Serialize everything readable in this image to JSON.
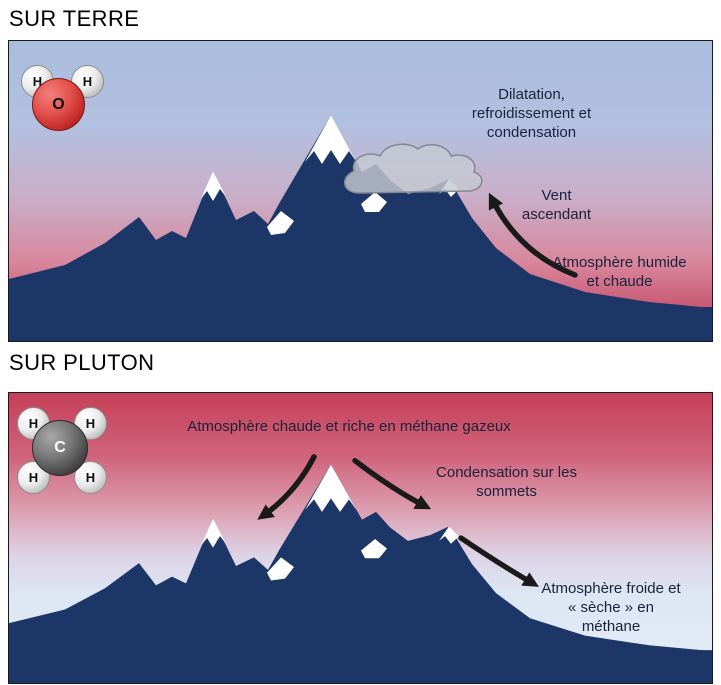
{
  "earth": {
    "title": "SUR TERRE",
    "molecule": {
      "oxygen": "O",
      "hydrogen_left": "H",
      "hydrogen_right": "H"
    },
    "labels": {
      "condensation": "Dilatation, refroidissement et condensation",
      "wind": "Vent ascendant",
      "atmosphere": "Atmosphère humide et chaude"
    }
  },
  "pluto": {
    "title": "SUR PLUTON",
    "molecule": {
      "carbon": "C",
      "hydrogen_top_left": "H",
      "hydrogen_top_right": "H",
      "hydrogen_bottom_left": "H",
      "hydrogen_bottom_right": "H"
    },
    "labels": {
      "warm_atmosphere": "Atmosphère chaude et riche en méthane gazeux",
      "condensation": "Condensation sur les sommets",
      "cold_atmosphere": "Atmosphère froide et « sèche » en méthane"
    }
  },
  "colors": {
    "mountain_navy": "#1c3667",
    "earth_sky_top": "#a9bddc",
    "earth_sky_bottom": "#c04f6a",
    "pluto_sky_top": "#c54058",
    "pluto_sky_bottom": "#e3ecf7",
    "snow": "#ffffff",
    "cloud": "#c5c9d2",
    "arrow": "#1a1a1a"
  }
}
